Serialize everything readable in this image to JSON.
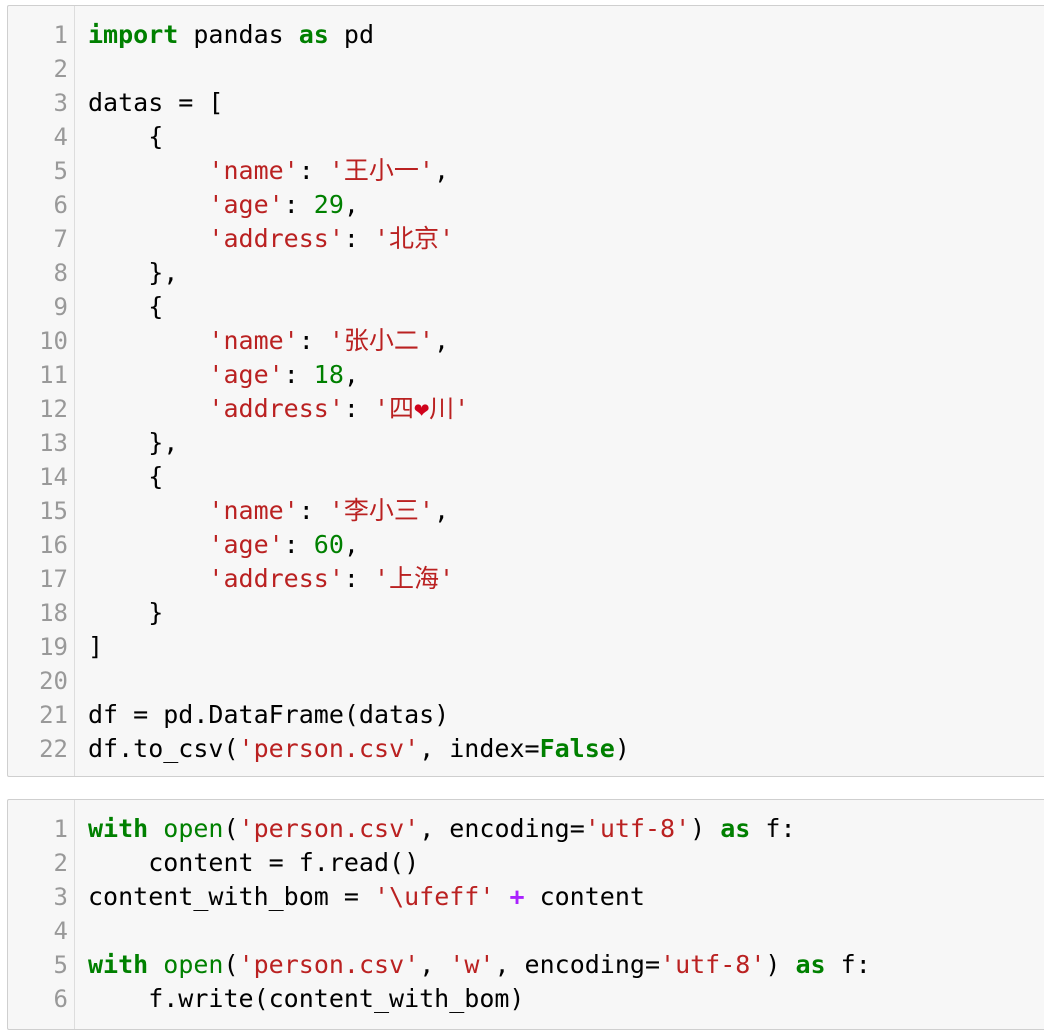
{
  "colors": {
    "keyword": "#008000",
    "string": "#ba2121",
    "number": "#008000",
    "builtin": "#008000",
    "operator": "#aa22ff",
    "text": "#000000",
    "line_number": "#999999",
    "cell_background": "#f7f7f7",
    "cell_border": "#cfcfcf"
  },
  "cells": [
    {
      "lines": [
        {
          "n": "1",
          "tokens": [
            {
              "t": "kw",
              "v": "import"
            },
            {
              "t": "pl",
              "v": " pandas "
            },
            {
              "t": "kw",
              "v": "as"
            },
            {
              "t": "pl",
              "v": " pd"
            }
          ]
        },
        {
          "n": "2",
          "tokens": []
        },
        {
          "n": "3",
          "tokens": [
            {
              "t": "pl",
              "v": "datas = ["
            }
          ]
        },
        {
          "n": "4",
          "tokens": [
            {
              "t": "pl",
              "v": "    {"
            }
          ]
        },
        {
          "n": "5",
          "tokens": [
            {
              "t": "pl",
              "v": "        "
            },
            {
              "t": "str",
              "v": "'name'"
            },
            {
              "t": "pl",
              "v": ": "
            },
            {
              "t": "str",
              "v": "'王小一'"
            },
            {
              "t": "pl",
              "v": ","
            }
          ]
        },
        {
          "n": "6",
          "tokens": [
            {
              "t": "pl",
              "v": "        "
            },
            {
              "t": "str",
              "v": "'age'"
            },
            {
              "t": "pl",
              "v": ": "
            },
            {
              "t": "num",
              "v": "29"
            },
            {
              "t": "pl",
              "v": ","
            }
          ]
        },
        {
          "n": "7",
          "tokens": [
            {
              "t": "pl",
              "v": "        "
            },
            {
              "t": "str",
              "v": "'address'"
            },
            {
              "t": "pl",
              "v": ": "
            },
            {
              "t": "str",
              "v": "'北京'"
            }
          ]
        },
        {
          "n": "8",
          "tokens": [
            {
              "t": "pl",
              "v": "    },"
            }
          ]
        },
        {
          "n": "9",
          "tokens": [
            {
              "t": "pl",
              "v": "    {"
            }
          ]
        },
        {
          "n": "10",
          "tokens": [
            {
              "t": "pl",
              "v": "        "
            },
            {
              "t": "str",
              "v": "'name'"
            },
            {
              "t": "pl",
              "v": ": "
            },
            {
              "t": "str",
              "v": "'张小二'"
            },
            {
              "t": "pl",
              "v": ","
            }
          ]
        },
        {
          "n": "11",
          "tokens": [
            {
              "t": "pl",
              "v": "        "
            },
            {
              "t": "str",
              "v": "'age'"
            },
            {
              "t": "pl",
              "v": ": "
            },
            {
              "t": "num",
              "v": "18"
            },
            {
              "t": "pl",
              "v": ","
            }
          ]
        },
        {
          "n": "12",
          "tokens": [
            {
              "t": "pl",
              "v": "        "
            },
            {
              "t": "str",
              "v": "'address'"
            },
            {
              "t": "pl",
              "v": ": "
            },
            {
              "t": "str",
              "v": "'四"
            },
            {
              "t": "heart",
              "v": "❤"
            },
            {
              "t": "str",
              "v": "川'"
            }
          ]
        },
        {
          "n": "13",
          "tokens": [
            {
              "t": "pl",
              "v": "    },"
            }
          ]
        },
        {
          "n": "14",
          "tokens": [
            {
              "t": "pl",
              "v": "    {"
            }
          ]
        },
        {
          "n": "15",
          "tokens": [
            {
              "t": "pl",
              "v": "        "
            },
            {
              "t": "str",
              "v": "'name'"
            },
            {
              "t": "pl",
              "v": ": "
            },
            {
              "t": "str",
              "v": "'李小三'"
            },
            {
              "t": "pl",
              "v": ","
            }
          ]
        },
        {
          "n": "16",
          "tokens": [
            {
              "t": "pl",
              "v": "        "
            },
            {
              "t": "str",
              "v": "'age'"
            },
            {
              "t": "pl",
              "v": ": "
            },
            {
              "t": "num",
              "v": "60"
            },
            {
              "t": "pl",
              "v": ","
            }
          ]
        },
        {
          "n": "17",
          "tokens": [
            {
              "t": "pl",
              "v": "        "
            },
            {
              "t": "str",
              "v": "'address'"
            },
            {
              "t": "pl",
              "v": ": "
            },
            {
              "t": "str",
              "v": "'上海'"
            }
          ]
        },
        {
          "n": "18",
          "tokens": [
            {
              "t": "pl",
              "v": "    }"
            }
          ]
        },
        {
          "n": "19",
          "tokens": [
            {
              "t": "pl",
              "v": "]"
            }
          ]
        },
        {
          "n": "20",
          "tokens": []
        },
        {
          "n": "21",
          "tokens": [
            {
              "t": "pl",
              "v": "df = pd.DataFrame(datas)"
            }
          ]
        },
        {
          "n": "22",
          "tokens": [
            {
              "t": "pl",
              "v": "df.to_csv("
            },
            {
              "t": "str",
              "v": "'person.csv'"
            },
            {
              "t": "pl",
              "v": ", index="
            },
            {
              "t": "kw",
              "v": "False"
            },
            {
              "t": "pl",
              "v": ")"
            }
          ]
        }
      ]
    },
    {
      "lines": [
        {
          "n": "1",
          "tokens": [
            {
              "t": "kw",
              "v": "with"
            },
            {
              "t": "pl",
              "v": " "
            },
            {
              "t": "bi",
              "v": "open"
            },
            {
              "t": "pl",
              "v": "("
            },
            {
              "t": "str",
              "v": "'person.csv'"
            },
            {
              "t": "pl",
              "v": ", encoding="
            },
            {
              "t": "str",
              "v": "'utf-8'"
            },
            {
              "t": "pl",
              "v": ") "
            },
            {
              "t": "kw",
              "v": "as"
            },
            {
              "t": "pl",
              "v": " f:"
            }
          ]
        },
        {
          "n": "2",
          "tokens": [
            {
              "t": "pl",
              "v": "    content = f.read()"
            }
          ]
        },
        {
          "n": "3",
          "tokens": [
            {
              "t": "pl",
              "v": "content_with_bom = "
            },
            {
              "t": "str",
              "v": "'\\ufeff'"
            },
            {
              "t": "pl",
              "v": " "
            },
            {
              "t": "op",
              "v": "+"
            },
            {
              "t": "pl",
              "v": " content"
            }
          ]
        },
        {
          "n": "4",
          "tokens": []
        },
        {
          "n": "5",
          "tokens": [
            {
              "t": "kw",
              "v": "with"
            },
            {
              "t": "pl",
              "v": " "
            },
            {
              "t": "bi",
              "v": "open"
            },
            {
              "t": "pl",
              "v": "("
            },
            {
              "t": "str",
              "v": "'person.csv'"
            },
            {
              "t": "pl",
              "v": ", "
            },
            {
              "t": "str",
              "v": "'w'"
            },
            {
              "t": "pl",
              "v": ", encoding="
            },
            {
              "t": "str",
              "v": "'utf-8'"
            },
            {
              "t": "pl",
              "v": ") "
            },
            {
              "t": "kw",
              "v": "as"
            },
            {
              "t": "pl",
              "v": " f:"
            }
          ]
        },
        {
          "n": "6",
          "tokens": [
            {
              "t": "pl",
              "v": "    f.write(content_with_bom)"
            }
          ]
        }
      ]
    }
  ]
}
